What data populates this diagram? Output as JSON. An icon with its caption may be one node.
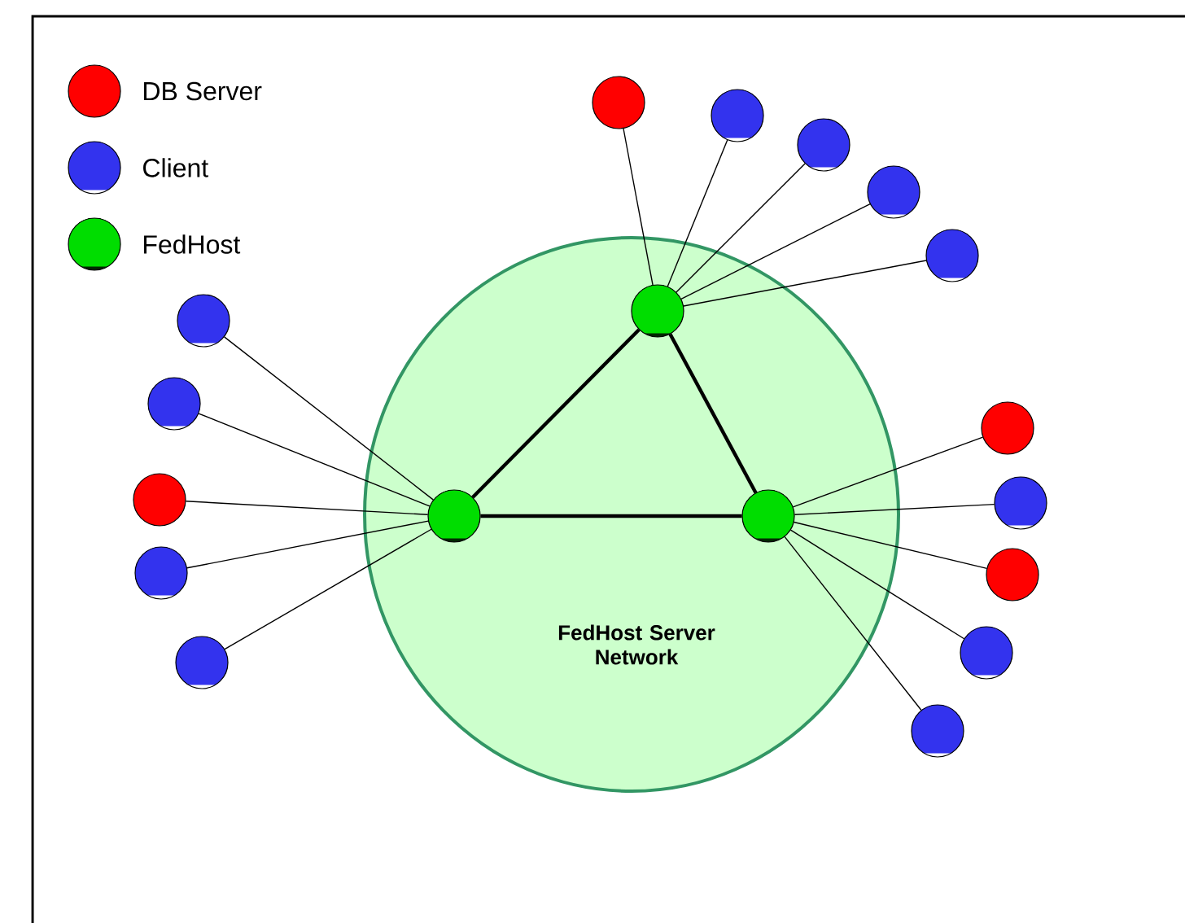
{
  "diagram": {
    "nodes": [
      {
        "text": [
          "FedHost Server Network"
        ]
      },
      {
        "text": [],
        "shape": "circle",
        "in": 0
      },
      {
        "text": [],
        "shape": "circle",
        "in": 0
      },
      {
        "text": [],
        "shape": "circle",
        "in": 0
      },
      {
        "text": [],
        "shape": "circle"
      },
      {
        "text": [],
        "shape": "circle"
      },
      {
        "text": [],
        "shape": "circle"
      },
      {
        "text": [],
        "shape": "circle"
      },
      {
        "text": [],
        "shape": "circle"
      },
      {
        "text": [],
        "shape": "circle"
      },
      {
        "text": [],
        "shape": "circle"
      },
      {
        "text": [],
        "shape": "circle"
      },
      {
        "text": [],
        "shape": "circle"
      },
      {
        "text": [],
        "shape": "circle"
      },
      {
        "text": [],
        "shape": "circle"
      },
      {
        "text": [],
        "shape": "circle"
      },
      {
        "text": [],
        "shape": "circle"
      },
      {
        "text": [],
        "shape": "circle"
      },
      {
        "text": [],
        "shape": "circle"
      }
    ],
    "edges": [
      {
        "from": 1,
        "to": 2,
        "arrow": "none",
        "style": "thick"
      },
      {
        "from": 1,
        "to": 3,
        "arrow": "none",
        "style": "thick"
      },
      {
        "from": 2,
        "to": 3,
        "arrow": "none",
        "style": "thick"
      },
      {
        "from": 1,
        "to": 4,
        "arrow": "none"
      },
      {
        "from": 1,
        "to": 5,
        "arrow": "none"
      },
      {
        "from": 1,
        "to": 6,
        "arrow": "none"
      },
      {
        "from": 1,
        "to": 7,
        "arrow": "none"
      },
      {
        "from": 1,
        "to": 8,
        "arrow": "none"
      },
      {
        "from": 2,
        "to": 9,
        "arrow": "none"
      },
      {
        "from": 2,
        "to": 10,
        "arrow": "none"
      },
      {
        "from": 2,
        "to": 11,
        "arrow": "none"
      },
      {
        "from": 2,
        "to": 12,
        "arrow": "none"
      },
      {
        "from": 2,
        "to": 13,
        "arrow": "none"
      },
      {
        "from": 3,
        "to": 14,
        "arrow": "none"
      },
      {
        "from": 3,
        "to": 15,
        "arrow": "none"
      },
      {
        "from": 3,
        "to": 16,
        "arrow": "none"
      },
      {
        "from": 3,
        "to": 17,
        "arrow": "none"
      },
      {
        "from": 3,
        "to": 18,
        "arrow": "none"
      }
    ],
    "legend": [
      {
        "text": "DB Server",
        "color": "#ff0000"
      },
      {
        "text": "Client",
        "color": "#3333ee"
      },
      {
        "text": "FedHost",
        "color": "#00dd00"
      }
    ]
  }
}
